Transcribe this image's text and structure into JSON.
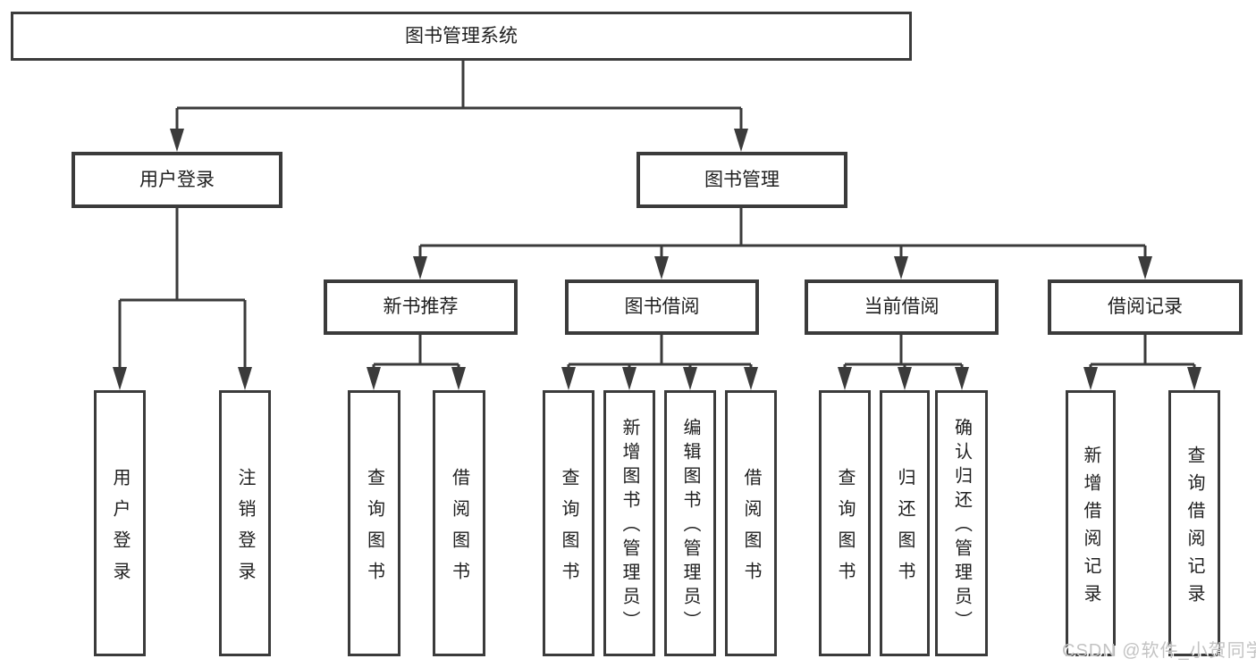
{
  "tree": {
    "root": "图书管理系统",
    "branches": [
      {
        "label": "用户登录",
        "children": [
          {
            "label": "用户登录"
          },
          {
            "label": "注销登录"
          }
        ]
      },
      {
        "label": "图书管理",
        "children": [
          {
            "label": "新书推荐",
            "children": [
              {
                "label": "查询图书"
              },
              {
                "label": "借阅图书"
              }
            ]
          },
          {
            "label": "图书借阅",
            "children": [
              {
                "label": "查询图书"
              },
              {
                "label": "新增图书（管理员）"
              },
              {
                "label": "编辑图书（管理员）"
              },
              {
                "label": "借阅图书"
              }
            ]
          },
          {
            "label": "当前借阅",
            "children": [
              {
                "label": "查询图书"
              },
              {
                "label": "归还图书"
              },
              {
                "label": "确认归还（管理员）"
              }
            ]
          },
          {
            "label": "借阅记录",
            "children": [
              {
                "label": "新增借阅记录"
              },
              {
                "label": "查询借阅记录"
              }
            ]
          }
        ]
      }
    ]
  },
  "watermark": {
    "text": "CSDN @软件_小贺同学"
  },
  "colors": {
    "line": "#3b3b3b",
    "box_border": "#3b3b3b",
    "box_background": "#ffffff",
    "text": "#1f1f1f",
    "watermark": "#c3c3c3",
    "page_background": "#ffffff"
  }
}
